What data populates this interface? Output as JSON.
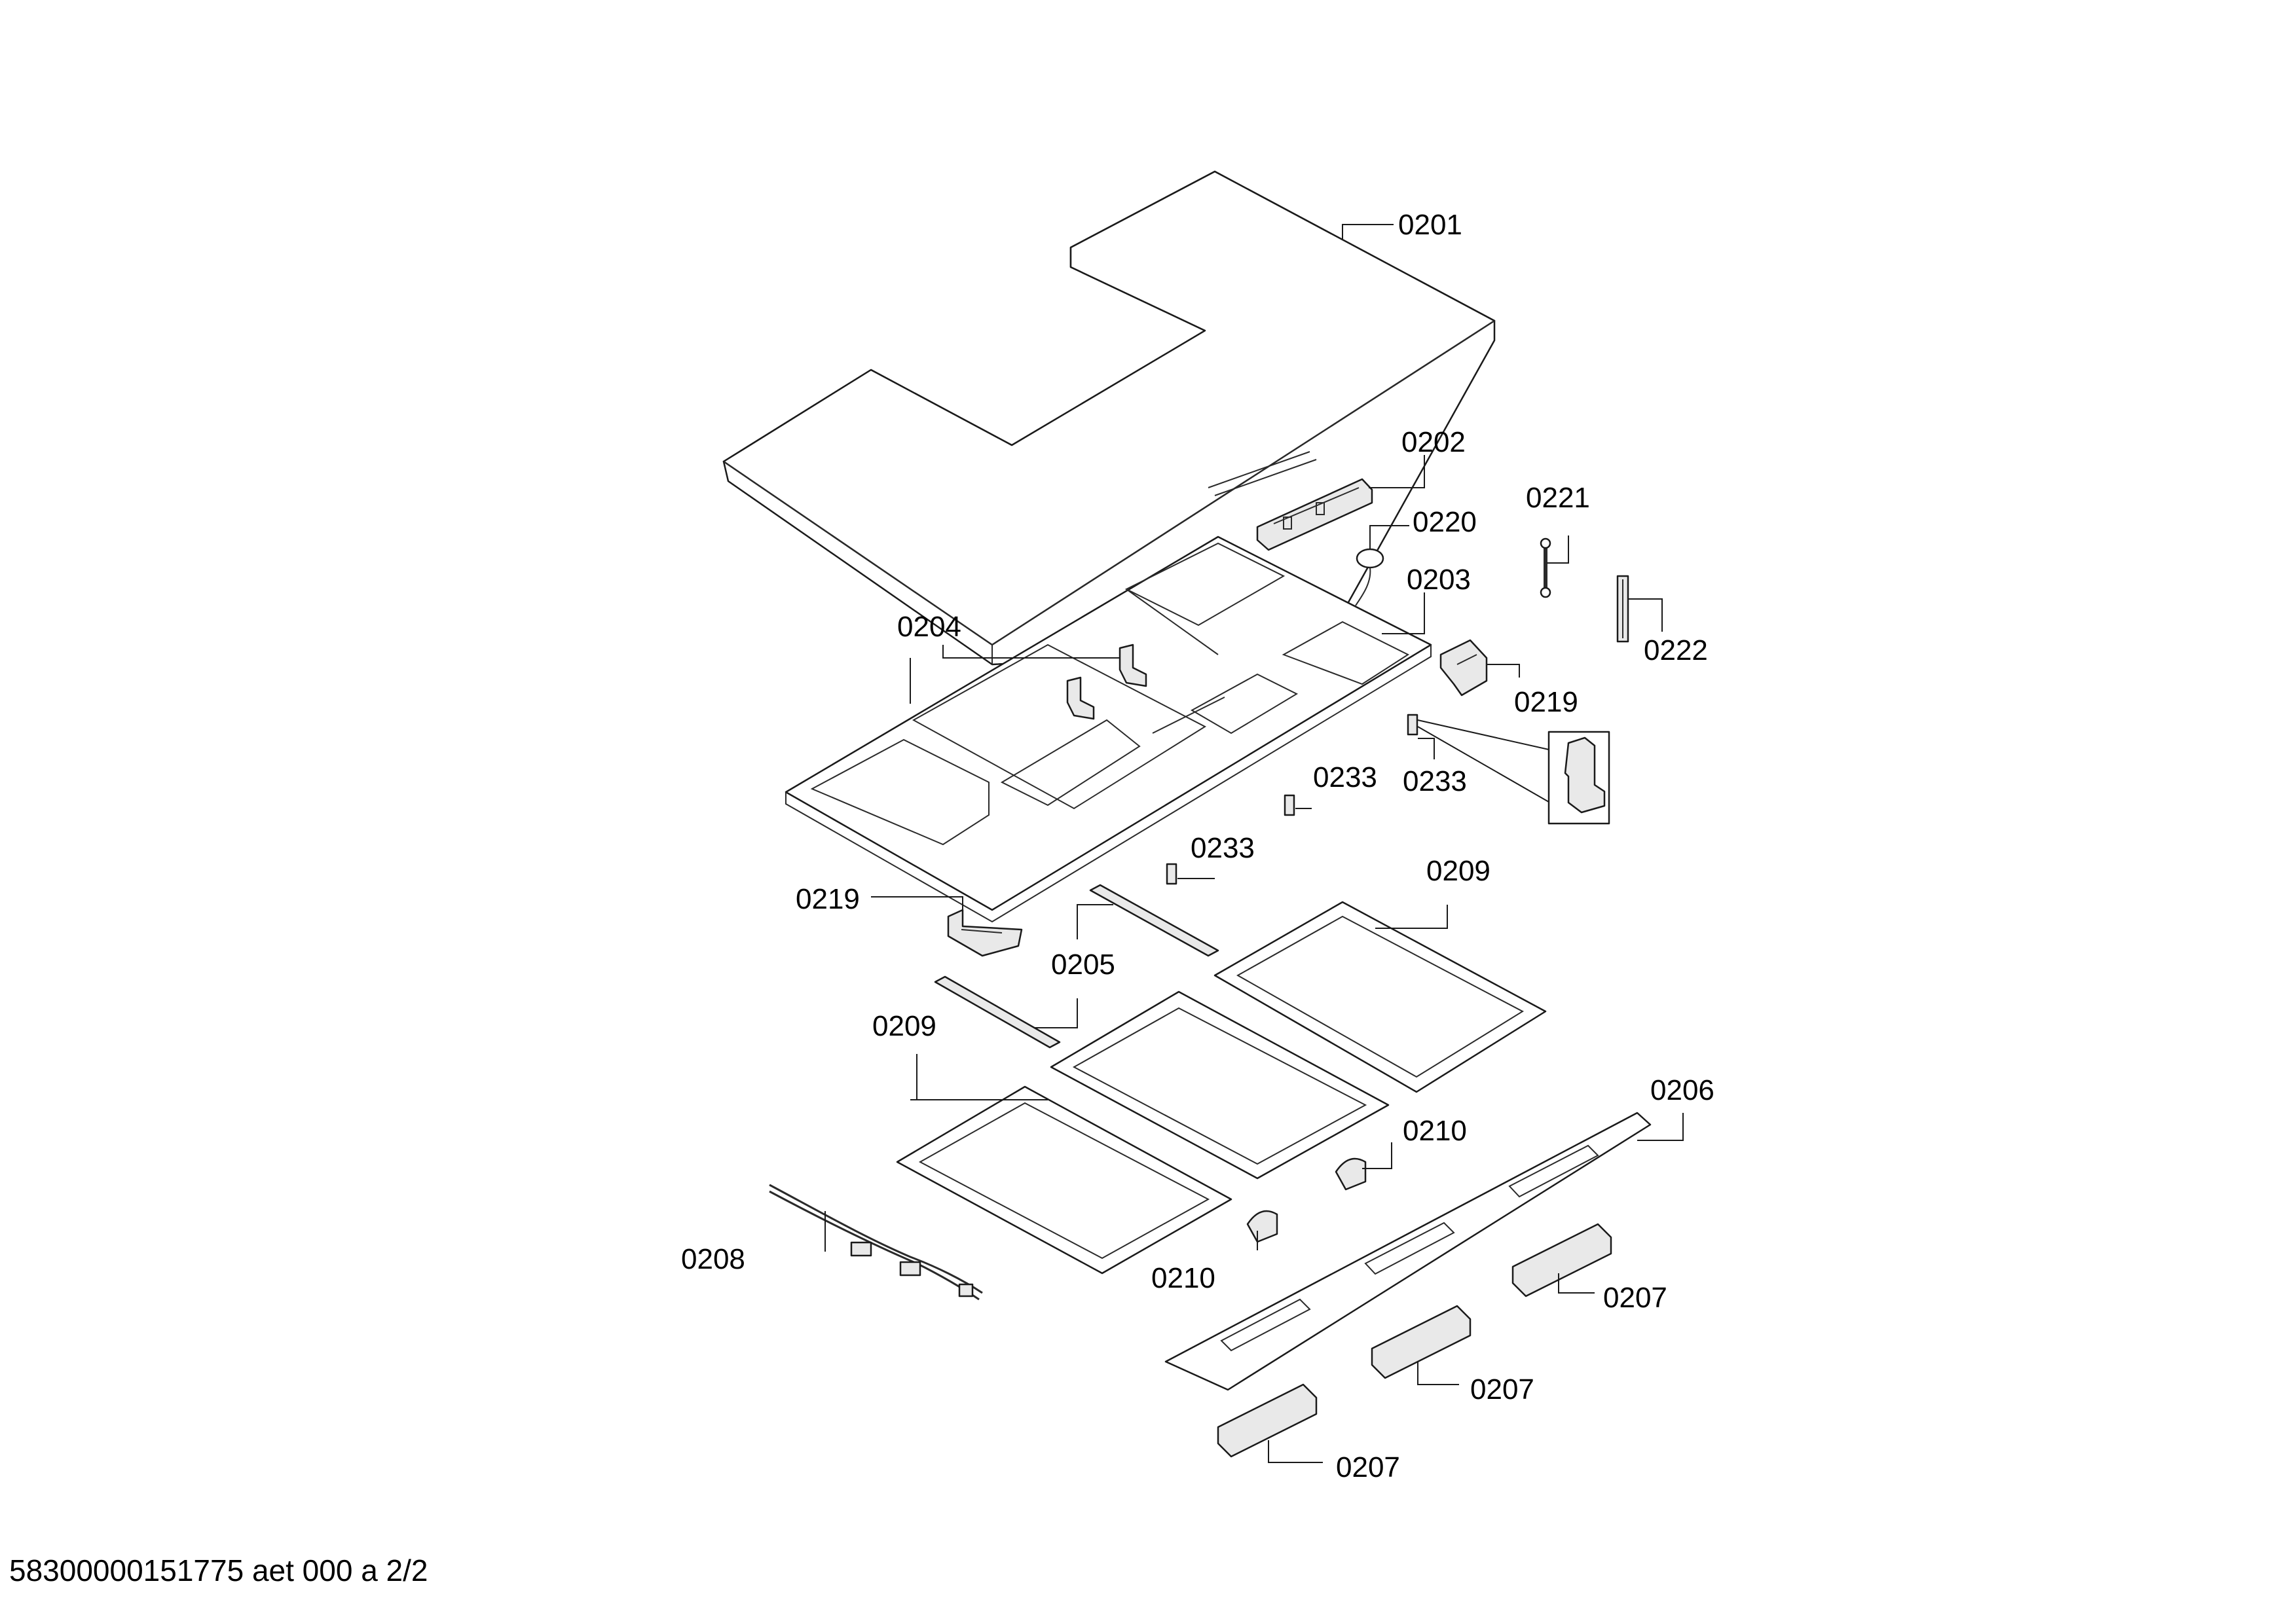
{
  "callouts": [
    {
      "id": "c0201",
      "label": "0201"
    },
    {
      "id": "c0202",
      "label": "0202"
    },
    {
      "id": "c0220",
      "label": "0220"
    },
    {
      "id": "c0221",
      "label": "0221"
    },
    {
      "id": "c0203",
      "label": "0203"
    },
    {
      "id": "c0222",
      "label": "0222"
    },
    {
      "id": "c0204",
      "label": "0204"
    },
    {
      "id": "c0219a",
      "label": "0219"
    },
    {
      "id": "c0233a",
      "label": "0233"
    },
    {
      "id": "c0233b",
      "label": "0233"
    },
    {
      "id": "c0233c",
      "label": "0233"
    },
    {
      "id": "c0219b",
      "label": "0219"
    },
    {
      "id": "c0209a",
      "label": "0209"
    },
    {
      "id": "c0205",
      "label": "0205"
    },
    {
      "id": "c0209b",
      "label": "0209"
    },
    {
      "id": "c0206",
      "label": "0206"
    },
    {
      "id": "c0210a",
      "label": "0210"
    },
    {
      "id": "c0208",
      "label": "0208"
    },
    {
      "id": "c0210b",
      "label": "0210"
    },
    {
      "id": "c0207a",
      "label": "0207"
    },
    {
      "id": "c0207b",
      "label": "0207"
    },
    {
      "id": "c0207c",
      "label": "0207"
    }
  ],
  "footer": "58300000151775 aet 000 a 2/2"
}
